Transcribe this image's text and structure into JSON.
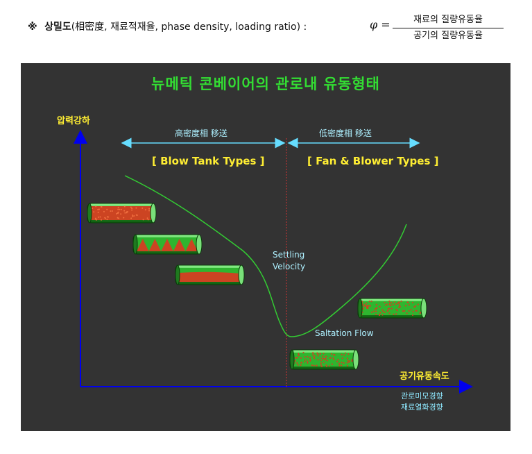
{
  "header": {
    "mark": "※",
    "term": "상밀도",
    "details": "(相密度, 재료적재율, phase density, loading ratio) :",
    "phi": "φ =",
    "numerator": "재료의 질량유동율",
    "denominator": "공기의 질량유동율"
  },
  "diagram": {
    "title": "뉴메틱 콘베이어의 관로내 유동형태",
    "y_axis_label": "압력강하",
    "x_axis_label": "공기유동속도",
    "x_axis_notes": [
      "관로미모경향",
      "재료열화경향"
    ],
    "left_region": {
      "heading": "高密度相 移送",
      "type": "[ Blow Tank Types ]"
    },
    "right_region": {
      "heading": "低密度相 移送",
      "type": "[ Fan & Blower Types ]"
    },
    "settling_label": [
      "Settling",
      "Velocity"
    ],
    "saltation_label": "Saltation Flow",
    "pipes": [
      {
        "name": "dense-full-pipe",
        "pattern": "full"
      },
      {
        "name": "dune-pipe",
        "pattern": "dunes"
      },
      {
        "name": "plug-bottom-pipe",
        "pattern": "bottom"
      },
      {
        "name": "saltation-pipe",
        "pattern": "dispersed"
      },
      {
        "name": "dilute-pipe",
        "pattern": "dispersed"
      }
    ],
    "colors": {
      "background": "#333333",
      "title": "#33dd33",
      "axis": "#0000ee",
      "curve": "#33cc33",
      "region_arrow": "#66ddff",
      "divider": "#cc3333",
      "particle": "#cc4422"
    }
  }
}
